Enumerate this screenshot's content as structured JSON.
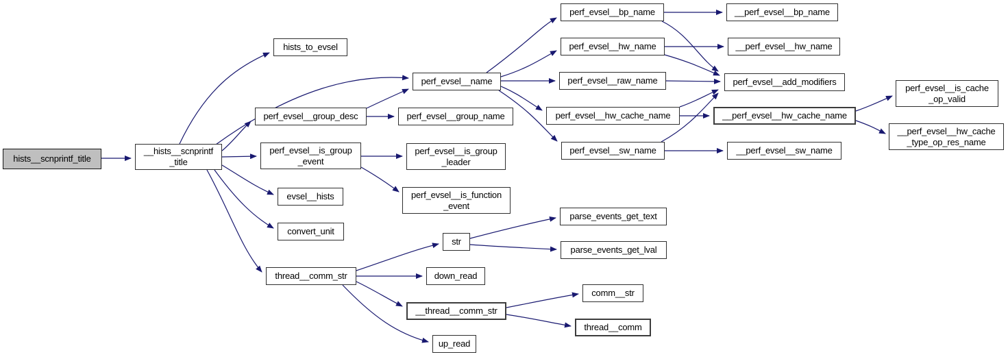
{
  "diagram": {
    "kind": "function call graph",
    "root_function": "hists__scnprintf_title",
    "edge_color": "#191970",
    "node_fill": "#ffffff",
    "root_node_fill": "#bfbfbf",
    "border_color": "#2e2e2e",
    "text_color": "#000000"
  },
  "nodes": [
    {
      "id": "hists__scnprintf_title",
      "label": "hists__scnprintf_title"
    },
    {
      "id": "__hists__scnprintf_title",
      "label": "__hists__scnprintf\n_title"
    },
    {
      "id": "hists_to_evsel",
      "label": "hists_to_evsel"
    },
    {
      "id": "perf_evsel__group_desc",
      "label": "perf_evsel__group_desc"
    },
    {
      "id": "perf_evsel__is_group_event",
      "label": "perf_evsel__is_group\n_event"
    },
    {
      "id": "evsel__hists",
      "label": "evsel__hists"
    },
    {
      "id": "convert_unit",
      "label": "convert_unit"
    },
    {
      "id": "thread__comm_str",
      "label": "thread__comm_str"
    },
    {
      "id": "perf_evsel__name",
      "label": "perf_evsel__name"
    },
    {
      "id": "perf_evsel__group_name",
      "label": "perf_evsel__group_name"
    },
    {
      "id": "perf_evsel__is_group_leader",
      "label": "perf_evsel__is_group\n_leader"
    },
    {
      "id": "perf_evsel__is_function_event",
      "label": "perf_evsel__is_function\n_event"
    },
    {
      "id": "str",
      "label": "str"
    },
    {
      "id": "down_read",
      "label": "down_read"
    },
    {
      "id": "__thread__comm_str",
      "label": "__thread__comm_str"
    },
    {
      "id": "up_read",
      "label": "up_read"
    },
    {
      "id": "perf_evsel__bp_name",
      "label": "perf_evsel__bp_name"
    },
    {
      "id": "perf_evsel__hw_name",
      "label": "perf_evsel__hw_name"
    },
    {
      "id": "perf_evsel__raw_name",
      "label": "perf_evsel__raw_name"
    },
    {
      "id": "perf_evsel__hw_cache_name",
      "label": "perf_evsel__hw_cache_name"
    },
    {
      "id": "perf_evsel__sw_name",
      "label": "perf_evsel__sw_name"
    },
    {
      "id": "parse_events_get_text",
      "label": "parse_events_get_text"
    },
    {
      "id": "parse_events_get_lval",
      "label": "parse_events_get_lval"
    },
    {
      "id": "comm__str",
      "label": "comm__str"
    },
    {
      "id": "thread__comm",
      "label": "thread__comm"
    },
    {
      "id": "__perf_evsel__bp_name",
      "label": "__perf_evsel__bp_name"
    },
    {
      "id": "__perf_evsel__hw_name",
      "label": "__perf_evsel__hw_name"
    },
    {
      "id": "perf_evsel__add_modifiers",
      "label": "perf_evsel__add_modifiers"
    },
    {
      "id": "__perf_evsel__hw_cache_name",
      "label": "__perf_evsel__hw_cache_name"
    },
    {
      "id": "__perf_evsel__sw_name",
      "label": "__perf_evsel__sw_name"
    },
    {
      "id": "perf_evsel__is_cache_op_valid",
      "label": "perf_evsel__is_cache\n_op_valid"
    },
    {
      "id": "__perf_evsel__hw_cache_type_op_res_name",
      "label": "__perf_evsel__hw_cache\n_type_op_res_name"
    }
  ],
  "edges": [
    {
      "from": "hists__scnprintf_title",
      "to": "__hists__scnprintf_title"
    },
    {
      "from": "__hists__scnprintf_title",
      "to": "hists_to_evsel"
    },
    {
      "from": "__hists__scnprintf_title",
      "to": "perf_evsel__name"
    },
    {
      "from": "__hists__scnprintf_title",
      "to": "perf_evsel__group_desc"
    },
    {
      "from": "__hists__scnprintf_title",
      "to": "perf_evsel__is_group_event"
    },
    {
      "from": "__hists__scnprintf_title",
      "to": "evsel__hists"
    },
    {
      "from": "__hists__scnprintf_title",
      "to": "convert_unit"
    },
    {
      "from": "__hists__scnprintf_title",
      "to": "thread__comm_str"
    },
    {
      "from": "perf_evsel__group_desc",
      "to": "perf_evsel__name"
    },
    {
      "from": "perf_evsel__group_desc",
      "to": "perf_evsel__group_name"
    },
    {
      "from": "perf_evsel__name",
      "to": "perf_evsel__bp_name"
    },
    {
      "from": "perf_evsel__name",
      "to": "perf_evsel__hw_name"
    },
    {
      "from": "perf_evsel__name",
      "to": "perf_evsel__raw_name"
    },
    {
      "from": "perf_evsel__name",
      "to": "perf_evsel__hw_cache_name"
    },
    {
      "from": "perf_evsel__name",
      "to": "perf_evsel__sw_name"
    },
    {
      "from": "perf_evsel__is_group_event",
      "to": "perf_evsel__is_group_leader"
    },
    {
      "from": "perf_evsel__is_group_event",
      "to": "perf_evsel__is_function_event"
    },
    {
      "from": "thread__comm_str",
      "to": "str"
    },
    {
      "from": "thread__comm_str",
      "to": "down_read"
    },
    {
      "from": "thread__comm_str",
      "to": "__thread__comm_str"
    },
    {
      "from": "thread__comm_str",
      "to": "up_read"
    },
    {
      "from": "str",
      "to": "parse_events_get_text"
    },
    {
      "from": "str",
      "to": "parse_events_get_lval"
    },
    {
      "from": "__thread__comm_str",
      "to": "comm__str"
    },
    {
      "from": "__thread__comm_str",
      "to": "thread__comm"
    },
    {
      "from": "perf_evsel__bp_name",
      "to": "__perf_evsel__bp_name"
    },
    {
      "from": "perf_evsel__bp_name",
      "to": "perf_evsel__add_modifiers"
    },
    {
      "from": "perf_evsel__hw_name",
      "to": "__perf_evsel__hw_name"
    },
    {
      "from": "perf_evsel__hw_name",
      "to": "perf_evsel__add_modifiers"
    },
    {
      "from": "perf_evsel__raw_name",
      "to": "perf_evsel__add_modifiers"
    },
    {
      "from": "perf_evsel__hw_cache_name",
      "to": "__perf_evsel__hw_cache_name"
    },
    {
      "from": "perf_evsel__hw_cache_name",
      "to": "perf_evsel__add_modifiers"
    },
    {
      "from": "perf_evsel__sw_name",
      "to": "__perf_evsel__sw_name"
    },
    {
      "from": "perf_evsel__sw_name",
      "to": "perf_evsel__add_modifiers"
    },
    {
      "from": "__perf_evsel__hw_cache_name",
      "to": "perf_evsel__is_cache_op_valid"
    },
    {
      "from": "__perf_evsel__hw_cache_name",
      "to": "__perf_evsel__hw_cache_type_op_res_name"
    }
  ]
}
